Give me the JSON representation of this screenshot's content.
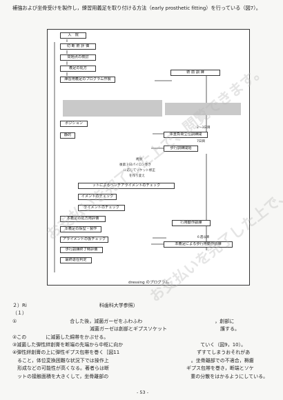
{
  "intro": "補強および坐骨受けを製作し，練習用義足を取り付ける方法（early prosthetic fitting）を行っている（図7）。",
  "flow": {
    "left_boxes": [
      "入　院",
      "切 断 術 評 価",
      "問題点の検討",
      "義足の処方",
      "練習用義足のプログラム作製",
      "ポジション",
      "静的",
      "ットによるベンチアライメントのチェック",
      "イメントのチェック",
      "ライメントのチェック",
      "本義足の処方用評価",
      "本義足の採型・製作",
      "アライメントの仮チェック",
      "歩行訓練終了時評価",
      "最終退在判定"
    ],
    "right_boxes": [
      "術 前 訓 練",
      "体重負荷立位訓練開",
      "歩行訓練開始",
      "行用動作訓練",
      "本義足による歩行用動作訓練"
    ],
    "notes": [
      "術後",
      "後第３日パイロン巻き",
      "に応じてソケット修正",
      "を作り変え",
      "2〜3日目",
      "7日目",
      "６週以降"
    ]
  },
  "caption": "dressing のプログラム",
  "body": {
    "lines": [
      "２）Ri　　　　　　　　　　　　　　　科歯科大学参照）",
      "（１）",
      "①　　　　　　　　　　　合した後，減菌ガーゼをふわふわ　　　　　　　　　　　　　　　，創部に",
      "　　　　　　　　　　　　　　　　滅菌ガーゼは創部とギプスソケット　　　　　　　　　　　護する。",
      "②この　　　　に滅菌した綿帯をかぶせる。",
      "③滅菌した弾性絆創膏を断端の先端から中枢に向か　　　　　　　　　　　　　　　　ていく（図9，10）。",
      "④弾性絆創膏の上に弾性ギプス包帯を巻く［図11　　　　　　　　　　　　　　　　ずすてしまうおそれがあ",
      "　ること，体位変換困難な状況下では操作上　　　　　　　　　　　　　　　　　。坐骨離部での不適合，褥瘡",
      "　形成などの可能性が高くなる。著者らは断　　　　　　　　　　　　　　　　ギプス包帯を巻き，断端とソケ",
      "　ットの接触面積を大きくして，坐骨離部の　　　　　　　　　　　　　　　　　重の分散をはかるようにしている。"
    ]
  },
  "page_number": "- 53 -",
  "watermark": "お支払いを完了した上で、閲覧できます。"
}
